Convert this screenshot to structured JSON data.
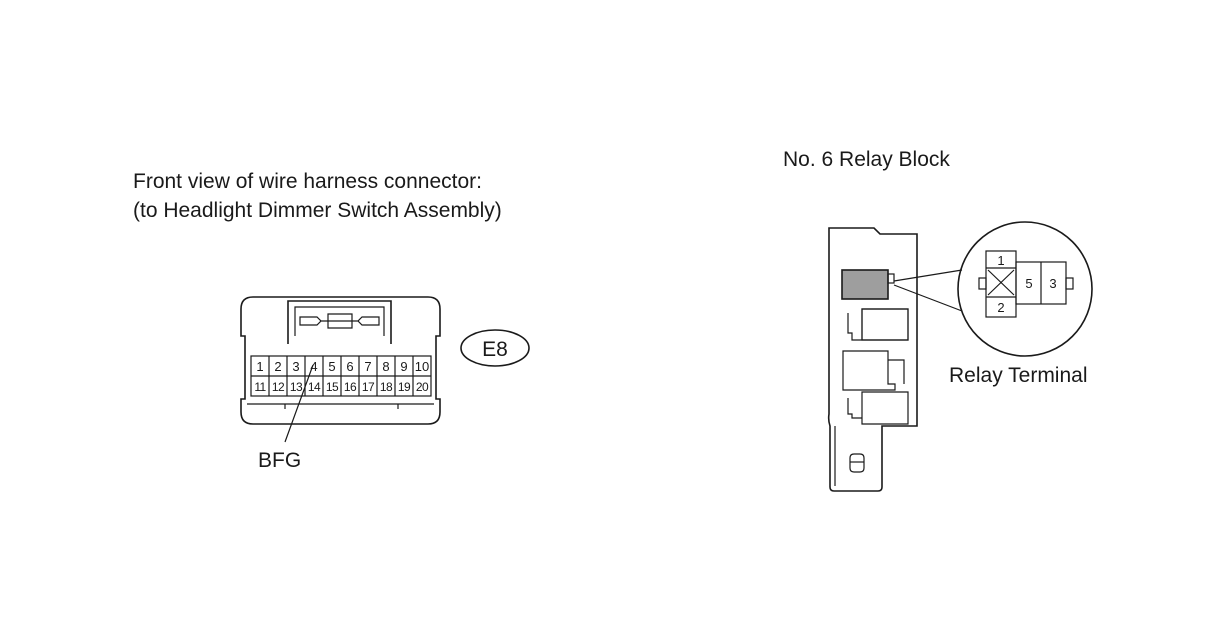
{
  "left_caption": {
    "line1": "Front view of wire harness connector:",
    "line2": "(to Headlight Dimmer Switch Assembly)"
  },
  "connector": {
    "code": "E8",
    "row1_pins": [
      "1",
      "2",
      "3",
      "4",
      "5",
      "6",
      "7",
      "8",
      "9",
      "10"
    ],
    "row2_pins": [
      "11",
      "12",
      "13",
      "14",
      "15",
      "16",
      "17",
      "18",
      "19",
      "20"
    ],
    "callout": "BFG"
  },
  "relay_block": {
    "title": "No. 6 Relay Block",
    "terminal_label": "Relay Terminal",
    "terminals": [
      "1",
      "2",
      "5",
      "3"
    ],
    "highlight_color": "#9e9e9e"
  }
}
